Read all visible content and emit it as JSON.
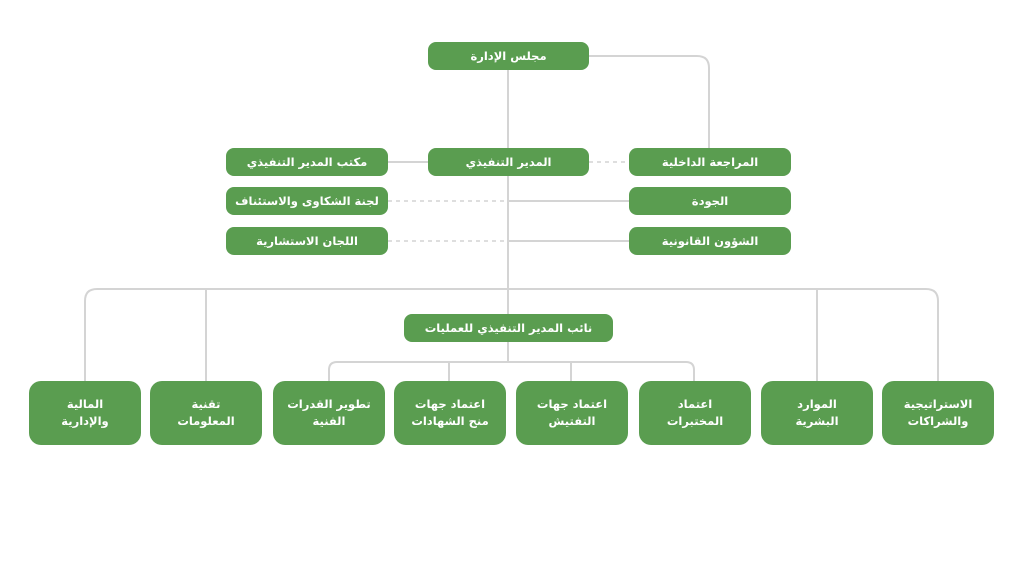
{
  "colors": {
    "box": "#5a9d50",
    "line": "#d4d4d4",
    "text": "#ffffff"
  },
  "board": "مجلس الإدارة",
  "executive_director": "المدير التنفيذي",
  "left_units": [
    "مكتب المدير التنفيذي",
    "لجنة الشكاوى والاستئناف",
    "اللجان الاستشارية"
  ],
  "right_units": [
    "المراجعة الداخلية",
    "الجودة",
    "الشؤون القانونية"
  ],
  "deputy": "نائب المدير التنفيذي للعمليات",
  "departments": [
    "المالية\nوالإدارية",
    "تقنية\nالمعلومات",
    "تطوير القدرات\nالفنية",
    "اعتماد جهات\nمنح الشهادات",
    "اعتماد جهات\nالتفتيش",
    "اعتماد\nالمختبرات",
    "الموارد\nالبشرية",
    "الاستراتيجية\nوالشراكات"
  ]
}
